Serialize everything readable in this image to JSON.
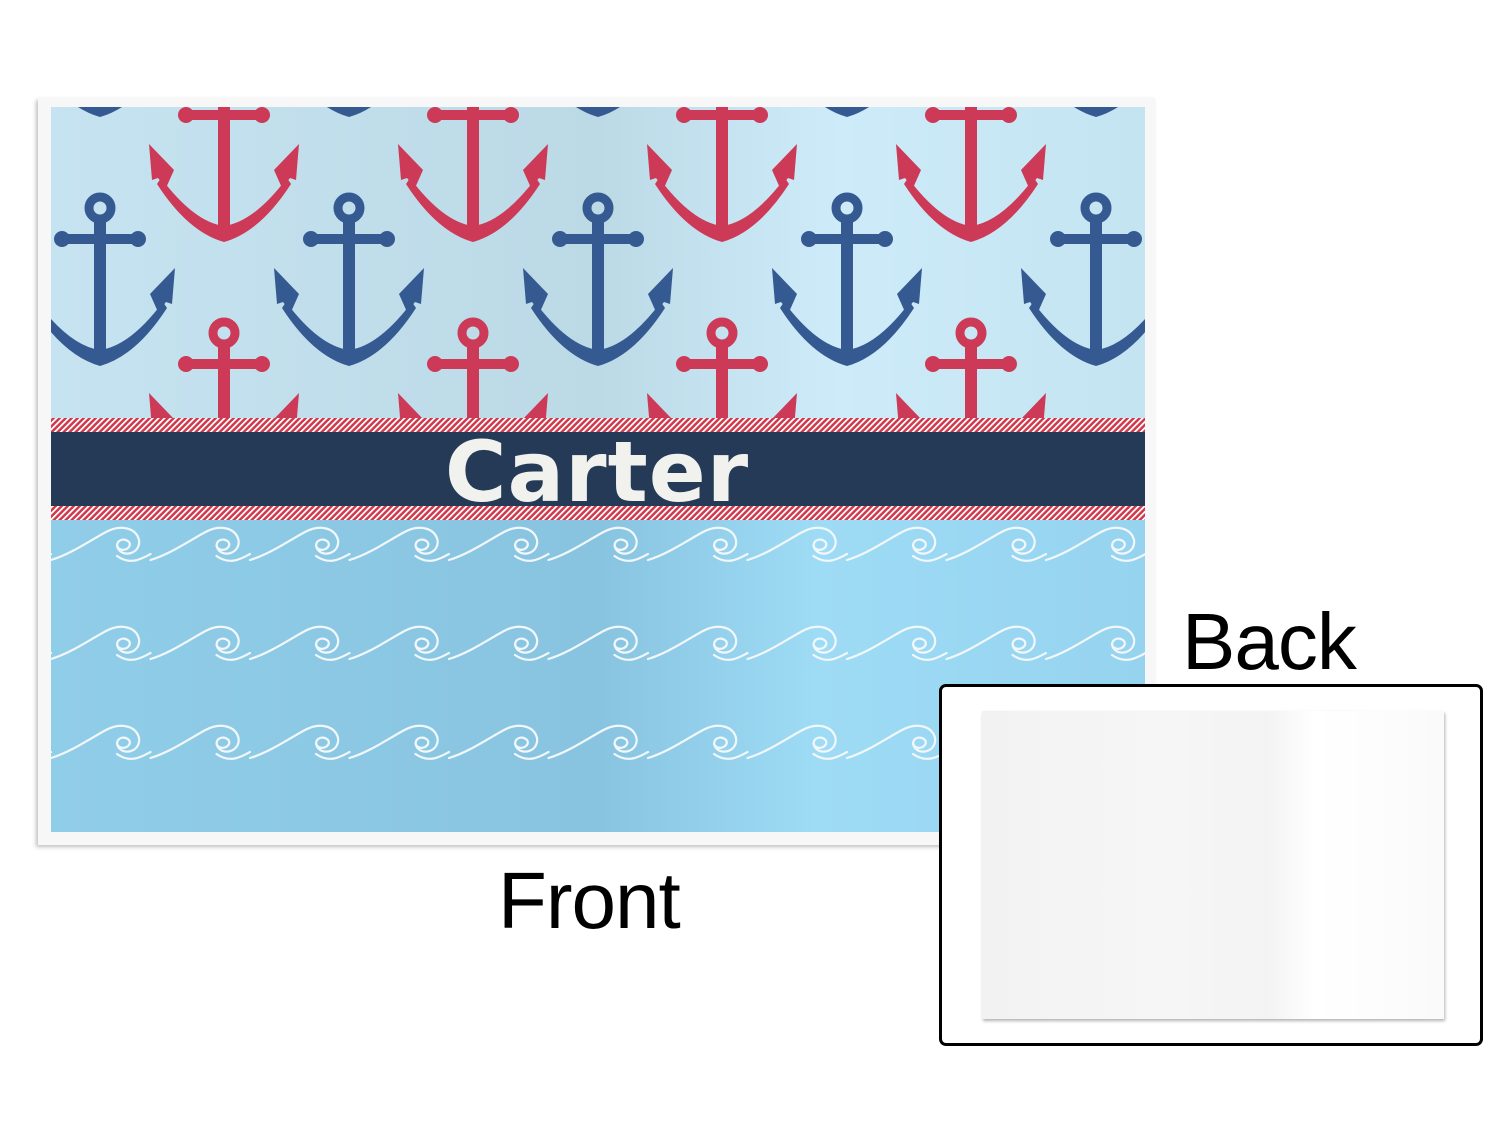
{
  "product": {
    "name_text": "Carter",
    "front_label": "Front",
    "back_label": "Back"
  },
  "colors": {
    "sky_top": "#c6e3f1",
    "sky_bottom": "#8fcbe6",
    "anchor_red": "#cc3a57",
    "anchor_blue": "#345a91",
    "band_navy": "#243a56",
    "rope_red": "#d0384c"
  },
  "icons": [
    "anchor-icon",
    "wave-icon",
    "rope-icon"
  ]
}
